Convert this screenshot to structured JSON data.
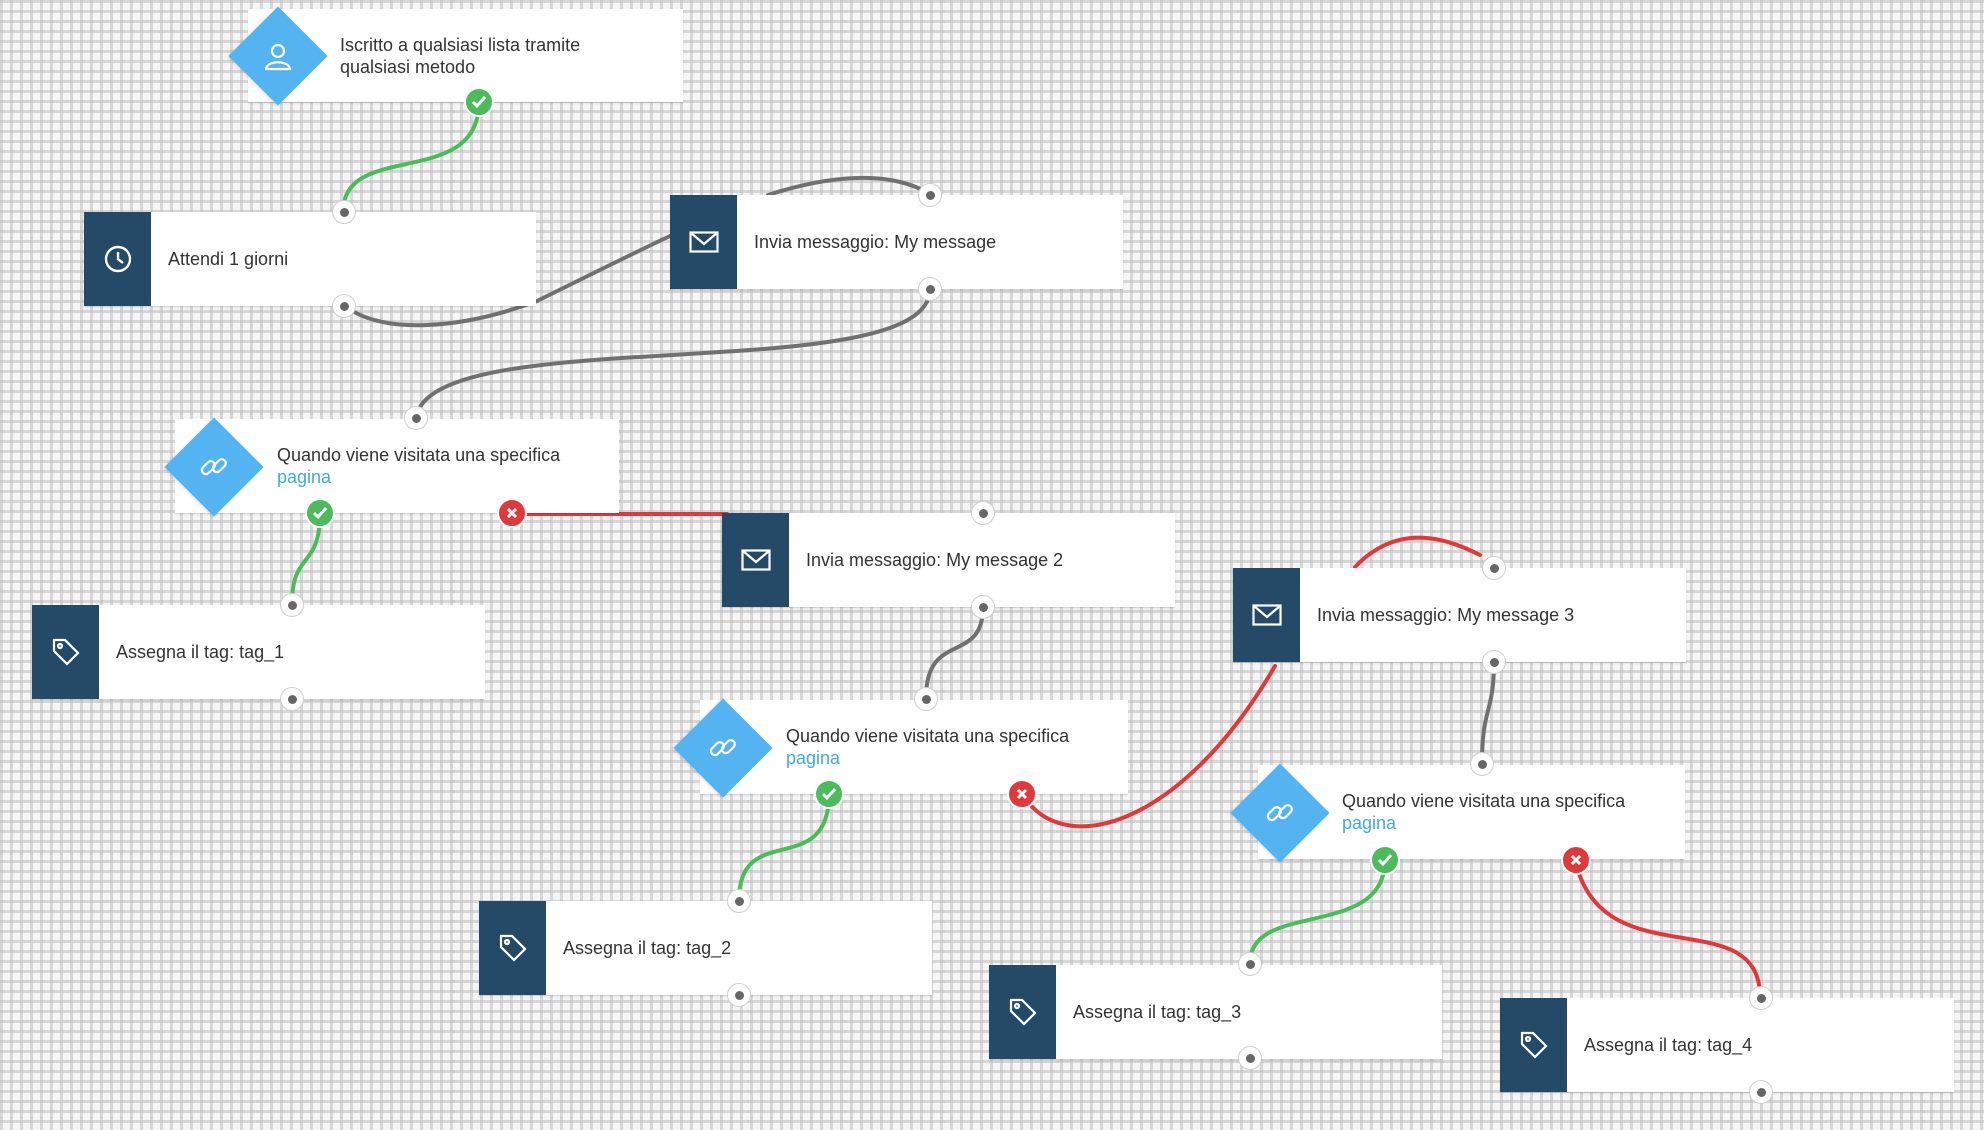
{
  "colors": {
    "dark_square": "#244a67",
    "diamond": "#54b4f2",
    "link": "#3fa9e8",
    "yes": "#4cbb5b",
    "no": "#e0393c",
    "wire": "#707070"
  },
  "nodes": {
    "trigger": {
      "line1": "Iscritto a qualsiasi lista tramite",
      "line2": "qualsiasi metodo",
      "icon": "user-icon"
    },
    "wait": {
      "label": "Attendi 1 giorni",
      "icon": "clock-icon"
    },
    "msg1": {
      "label": "Invia messaggio: My message",
      "icon": "envelope-icon"
    },
    "cond1": {
      "line1": "Quando viene visitata una specifica",
      "link": "pagina",
      "icon": "link-icon"
    },
    "tag1": {
      "label": "Assegna il tag: tag_1",
      "icon": "tag-icon"
    },
    "msg2": {
      "label": "Invia messaggio: My message 2",
      "icon": "envelope-icon"
    },
    "cond2": {
      "line1": "Quando viene visitata una specifica",
      "link": "pagina",
      "icon": "link-icon"
    },
    "tag2": {
      "label": "Assegna il tag: tag_2",
      "icon": "tag-icon"
    },
    "msg3": {
      "label": "Invia messaggio: My message 3",
      "icon": "envelope-icon"
    },
    "cond3": {
      "line1": "Quando viene visitata una specifica",
      "link": "pagina",
      "icon": "link-icon"
    },
    "tag3": {
      "label": "Assegna il tag: tag_3",
      "icon": "tag-icon"
    },
    "tag4": {
      "label": "Assegna il tag: tag_4",
      "icon": "tag-icon"
    }
  }
}
